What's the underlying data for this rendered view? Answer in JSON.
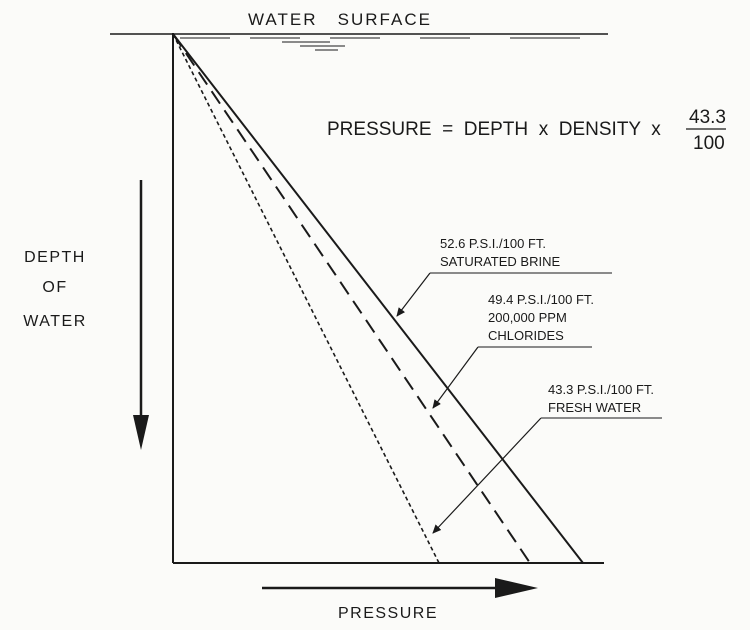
{
  "labels": {
    "water_surface": "WATER   SURFACE",
    "formula_main": "PRESSURE  =  DEPTH  x  DENSITY  x",
    "formula_numerator": "43.3",
    "formula_denominator": "100",
    "depth_line1": "DEPTH",
    "depth_line2": "OF",
    "depth_line3": "WATER",
    "pressure_axis": "PRESSURE"
  },
  "gradients": [
    {
      "value_line": "52.6 P.S.I./100 FT.",
      "desc_line1": "SATURATED BRINE",
      "desc_line2": "",
      "gradient_psi_per_100ft": 52.6,
      "style": "solid"
    },
    {
      "value_line": "49.4 P.S.I./100 FT.",
      "desc_line1": "200,000 PPM",
      "desc_line2": "CHLORIDES",
      "gradient_psi_per_100ft": 49.4,
      "style": "dashed"
    },
    {
      "value_line": "43.3 P.S.I./100 FT.",
      "desc_line1": "FRESH WATER",
      "desc_line2": "",
      "gradient_psi_per_100ft": 43.3,
      "style": "dotted"
    }
  ],
  "colors": {
    "ink": "#1a1a1a",
    "paper": "#fbfbf9"
  }
}
